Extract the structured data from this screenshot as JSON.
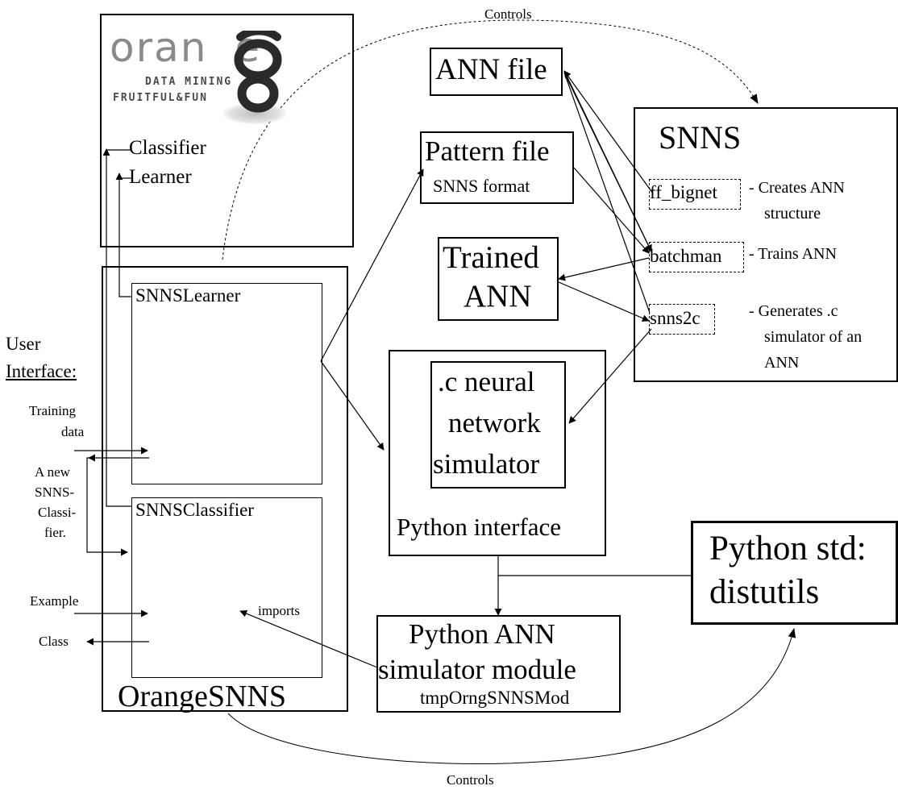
{
  "orange_logo": {
    "wordmark": "orange",
    "tagline_line1": "DATA MINING",
    "tagline_line2": "FRUITFUL&FUN"
  },
  "orange_box": {
    "classifier": "Classifier",
    "learner": "Learner"
  },
  "orange_snns": {
    "title": "OrangeSNNS",
    "snns_learner": "SNNSLearner",
    "snns_classifier": "SNNSClassifier",
    "imports": "imports"
  },
  "user_interface": {
    "label_line1": "User",
    "label_line2": "Interface:",
    "training_data_line1": "Training",
    "training_data_line2": "data",
    "new_classifier_line1": "A new",
    "new_classifier_line2": "SNNS-",
    "new_classifier_line3": "Classi-",
    "new_classifier_line4": "fier.",
    "example": "Example",
    "class": "Class"
  },
  "ann_file": "ANN file",
  "pattern_file": {
    "title": "Pattern file",
    "subtitle": "SNNS format"
  },
  "trained_ann": {
    "line1": "Trained",
    "line2": "ANN"
  },
  "snns": {
    "title": "SNNS",
    "ff_bignet": "ff_bignet",
    "ff_bignet_desc_line1": "- Creates ANN",
    "ff_bignet_desc_line2": "structure",
    "batchman": "batchman",
    "batchman_desc": "- Trains ANN",
    "snns2c": "snns2c",
    "snns2c_desc_line1": "- Generates .c",
    "snns2c_desc_line2": "simulator of an",
    "snns2c_desc_line3": "ANN"
  },
  "python_interface": {
    "label": "Python interface",
    "sim_line1": ".c neural",
    "sim_line2": "network",
    "sim_line3": "simulator"
  },
  "python_std": {
    "line1": "Python std:",
    "line2": "distutils"
  },
  "python_ann_module": {
    "line1": "Python ANN",
    "line2": "simulator module",
    "line3": "tmpOrngSNNSMod"
  },
  "controls_top": "Controls",
  "controls_bottom": "Controls"
}
